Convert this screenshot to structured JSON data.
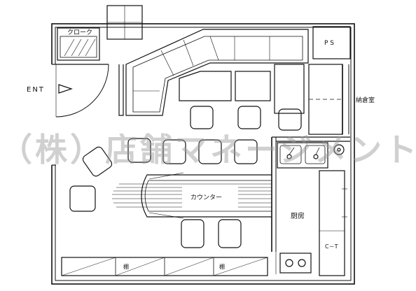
{
  "labels": {
    "cloak": "クローク",
    "entrance": "ENT",
    "ps": "P S",
    "storage": "納倉室",
    "counter": "カウンター",
    "kitchen": "厨房",
    "ct": "C－T",
    "shelf_left": "棚",
    "shelf_right": "棚"
  },
  "watermark": "（株）店舗マネージメント",
  "colors": {
    "line": "#111111",
    "watermark": "#969696"
  }
}
